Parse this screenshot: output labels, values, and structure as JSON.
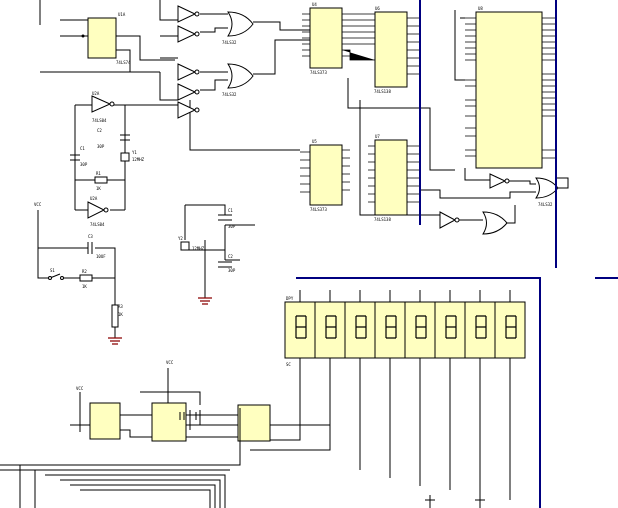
{
  "colors": {
    "ic_fill": "#ffffc0",
    "wire": "#000000",
    "bus": "#000080",
    "ground": "#8b0000",
    "vcc": "#00008b"
  },
  "labels": {
    "vcc_left": "VCC",
    "vcc_mid": "VCC",
    "vcc_bottom": "VCC",
    "ff_name": "U1A",
    "ff_part": "74LS74",
    "buf1_name": "U2A",
    "buf1_part": "74LS04",
    "buf2_name": "U2A",
    "buf2_part": "74LS04",
    "cap_c1": "C1",
    "cap_c1_val": "30P",
    "cap_c2": "C2",
    "cap_c2_val": "30P",
    "crystal_y1": "Y1",
    "crystal_y1_val": "12MHZ",
    "crystal_y2": "Y2",
    "crystal_y2_val": "12MHZ",
    "res_r1": "R1",
    "res_r1_val": "1K",
    "res_r2": "R2",
    "res_r2_val": "1K",
    "res_r3": "R3",
    "res_r3_val": "1K",
    "cap_c3": "C3",
    "cap_c3_val": "10UF",
    "switch_s1": "S1",
    "gate_or1": "74LS32",
    "gate_or2": "74LS32",
    "gate_or3": "74LS32",
    "latch1_name": "U4",
    "latch1_part": "74LS373",
    "latch2_name": "U5",
    "latch2_part": "74LS373",
    "dec1_name": "U6",
    "dec1_part": "74LS138",
    "dec2_name": "U7",
    "dec2_part": "74LS138",
    "mcu_name": "U8",
    "seg_part": "DPY",
    "seg_com": "SC"
  }
}
